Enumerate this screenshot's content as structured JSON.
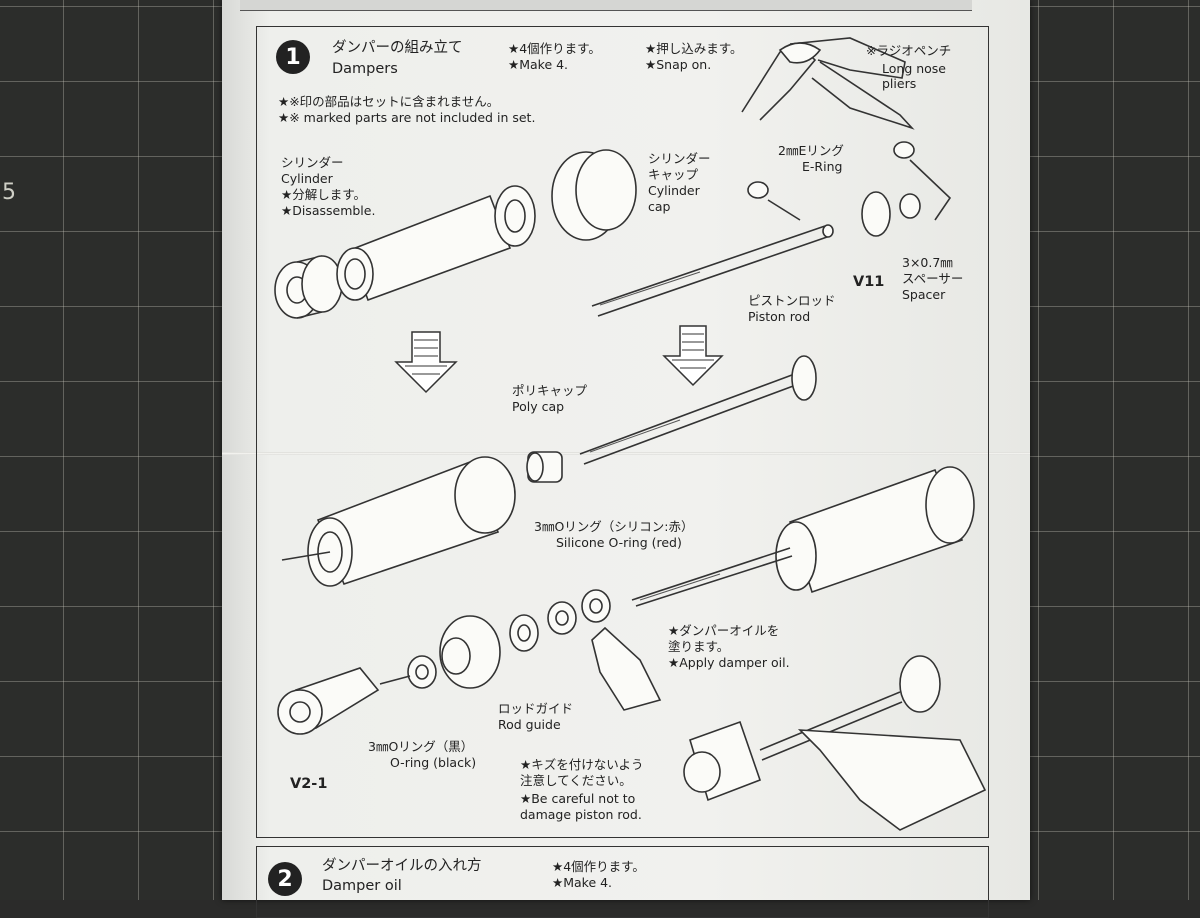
{
  "mat_number": "5",
  "step1": {
    "number": "1",
    "title_jp": "ダンパーの組み立て",
    "title_en": "Dampers",
    "make4_jp": "★4個作ります。",
    "make4_en": "★Make 4.",
    "snap_jp": "★押し込みます。",
    "snap_en": "★Snap on.",
    "pliers_jp": "※ラジオペンチ",
    "pliers_en1": "Long nose",
    "pliers_en2": "pliers",
    "note_jp": "★※印の部品はセットに含まれません。",
    "note_en": "★※ marked parts are not included in set.",
    "cylinder_jp": "シリンダー",
    "cylinder_en": "Cylinder",
    "disassemble_jp": "★分解します。",
    "disassemble_en": "★Disassemble.",
    "cap_jp1": "シリンダー",
    "cap_jp2": "キャップ",
    "cap_en1": "Cylinder",
    "cap_en2": "cap",
    "ering_jp": "2㎜Eリング",
    "ering_en": "E-Ring",
    "v11": "V11",
    "spacer_size": "3×0.7㎜",
    "spacer_jp": "スペーサー",
    "spacer_en": "Spacer",
    "piston_jp": "ピストンロッド",
    "piston_en": "Piston rod",
    "polycap_jp": "ポリキャップ",
    "polycap_en": "Poly cap",
    "silicone_jp": "3㎜Oリング（シリコン:赤）",
    "silicone_en": "Silicone O-ring (red)",
    "oil_jp1": "★ダンパーオイルを",
    "oil_jp2": "塗ります。",
    "oil_en": "★Apply damper oil.",
    "rodguide_jp": "ロッドガイド",
    "rodguide_en": "Rod guide",
    "oring_black_jp": "3㎜Oリング（黒）",
    "oring_black_en": "O-ring (black)",
    "v21": "V2-1",
    "careful_jp1": "★キズを付けないよう",
    "careful_jp2": "注意してください。",
    "careful_en1": "★Be careful not to",
    "careful_en2": "damage piston rod."
  },
  "step2": {
    "number": "2",
    "title_jp": "ダンパーオイルの入れ方",
    "title_en": "Damper oil",
    "make4_jp": "★4個作ります。",
    "make4_en": "★Make 4."
  }
}
